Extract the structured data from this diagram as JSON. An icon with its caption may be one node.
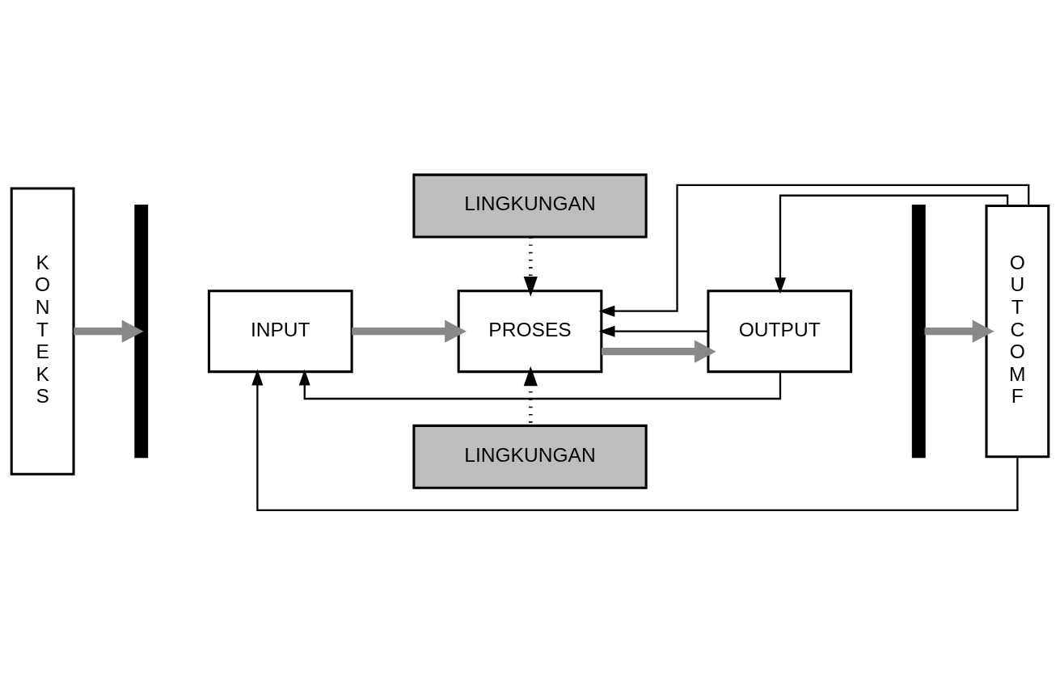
{
  "diagram": {
    "nodes": [
      {
        "text": [
          "LINGKUNGAN"
        ]
      },
      {
        "text": [
          "KONTEKS"
        ]
      },
      {
        "text": [],
        "shape": "bar"
      },
      {
        "text": [
          "INPUT"
        ]
      },
      {
        "text": [
          "PROSES"
        ]
      },
      {
        "text": [
          "OUTPUT"
        ]
      },
      {
        "text": [],
        "shape": "bar"
      },
      {
        "text": [
          "OUTCOMF"
        ]
      },
      {
        "text": [
          "LINGKUNGAN"
        ]
      }
    ],
    "edges": [
      {
        "from": 1,
        "to": 2,
        "arrow": "to",
        "style": "thick",
        "color": "#888888"
      },
      {
        "from": 3,
        "to": 4,
        "arrow": "to",
        "style": "thick",
        "color": "#888888"
      },
      {
        "from": 4,
        "to": 5,
        "arrow": "to",
        "style": "thick",
        "color": "#888888"
      },
      {
        "from": 6,
        "to": 7,
        "arrow": "to",
        "style": "thick",
        "color": "#888888"
      },
      {
        "from": 0,
        "to": 4,
        "arrow": "to",
        "style": "dashed"
      },
      {
        "from": 8,
        "to": 4,
        "arrow": "to",
        "style": "dashed"
      },
      {
        "from": 5,
        "to": 3,
        "arrow": "to"
      },
      {
        "from": 5,
        "to": 4,
        "arrow": "to"
      },
      {
        "from": 7,
        "to": 3,
        "arrow": "to"
      },
      {
        "from": 7,
        "to": 4,
        "arrow": "to"
      },
      {
        "from": 7,
        "to": 5,
        "arrow": "to"
      }
    ]
  }
}
